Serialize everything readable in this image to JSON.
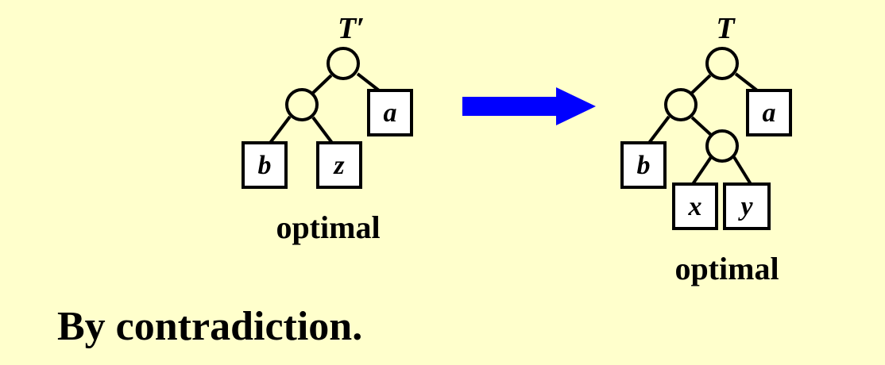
{
  "left_tree": {
    "title": "T′",
    "leaves": {
      "a": "a",
      "b": "b",
      "z": "z"
    },
    "caption": "optimal"
  },
  "arrow": {
    "color": "#0000ff",
    "icon": "right-arrow-icon"
  },
  "right_tree": {
    "title": "T",
    "leaves": {
      "a": "a",
      "b": "b",
      "x": "x",
      "y": "y"
    },
    "caption": "optimal"
  },
  "conclusion": "By contradiction.",
  "colors": {
    "background": "#ffffcc",
    "box_fill": "#ffffff",
    "stroke": "#000000"
  }
}
